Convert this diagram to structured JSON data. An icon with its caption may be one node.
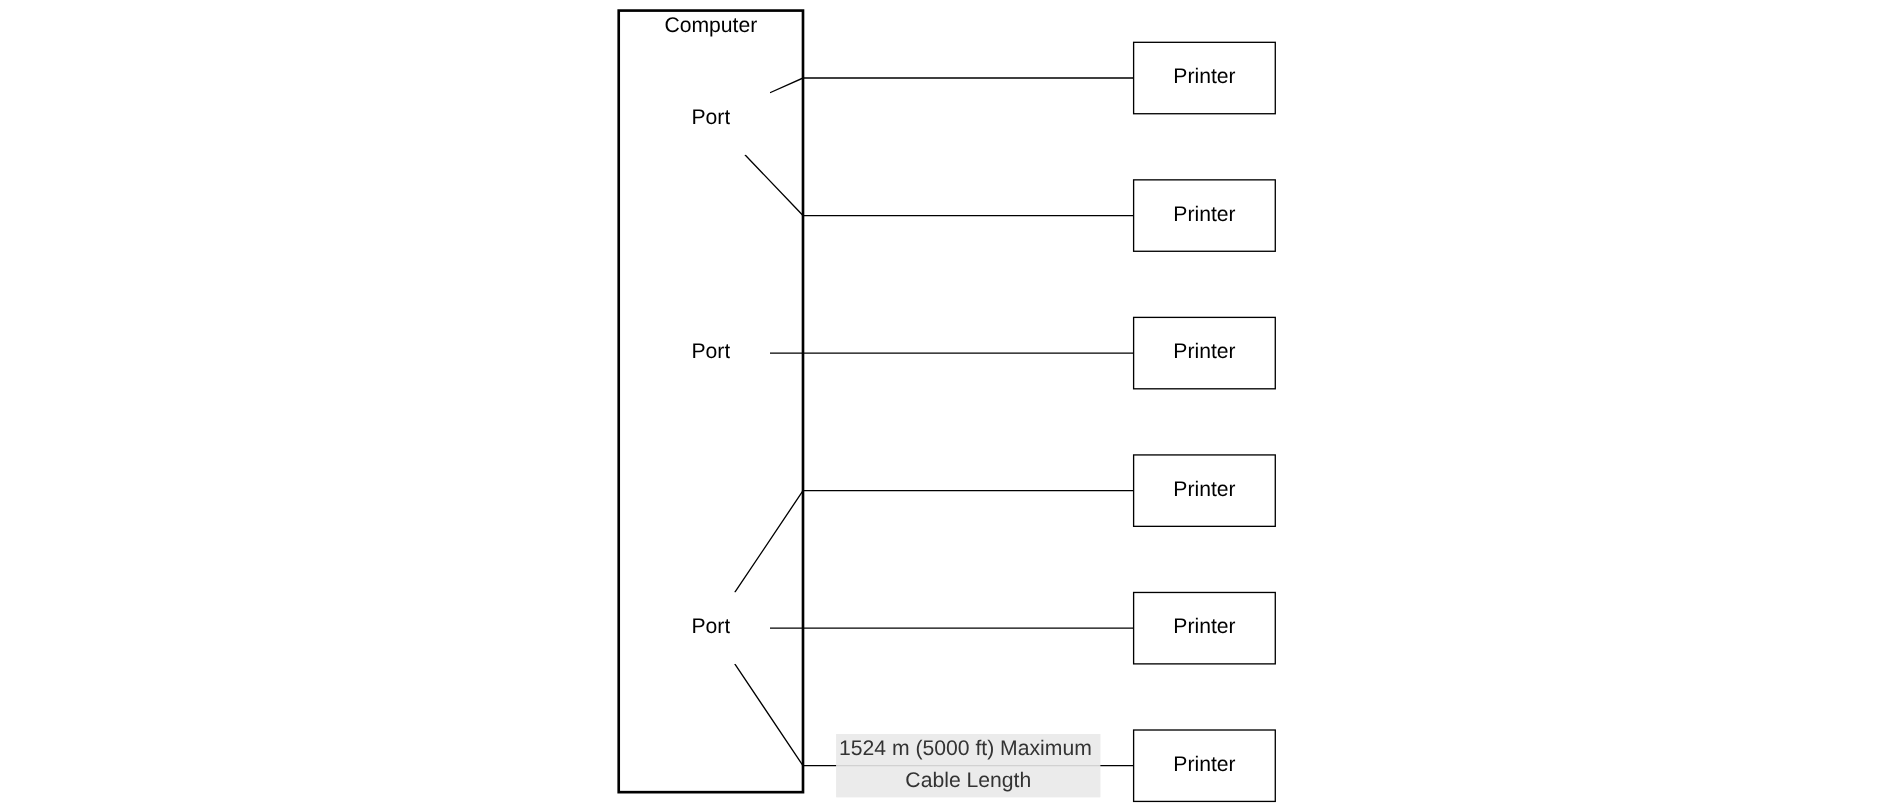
{
  "diagram": {
    "nodes": [
      {
        "text": [
          "Computer"
        ]
      },
      {
        "text": [
          "Port"
        ],
        "in": 0
      },
      {
        "text": [
          "Port"
        ],
        "in": 0
      },
      {
        "text": [
          "Port"
        ],
        "in": 0
      },
      {
        "text": [
          "Printer"
        ]
      },
      {
        "text": [
          "Printer"
        ]
      },
      {
        "text": [
          "Printer"
        ]
      },
      {
        "text": [
          "Printer"
        ]
      },
      {
        "text": [
          "Printer"
        ]
      },
      {
        "text": [
          "Printer"
        ]
      }
    ],
    "edges": [
      {
        "from": 1,
        "to": 4,
        "arrow": "none"
      },
      {
        "from": 1,
        "to": 5,
        "arrow": "none"
      },
      {
        "from": 2,
        "to": 6,
        "arrow": "none"
      },
      {
        "from": 3,
        "to": 7,
        "arrow": "none"
      },
      {
        "from": 3,
        "to": 8,
        "arrow": "none"
      },
      {
        "from": 3,
        "to": 9,
        "arrow": "none",
        "label": "1524 m (5000 ft) Maximum Cable Length"
      }
    ]
  }
}
